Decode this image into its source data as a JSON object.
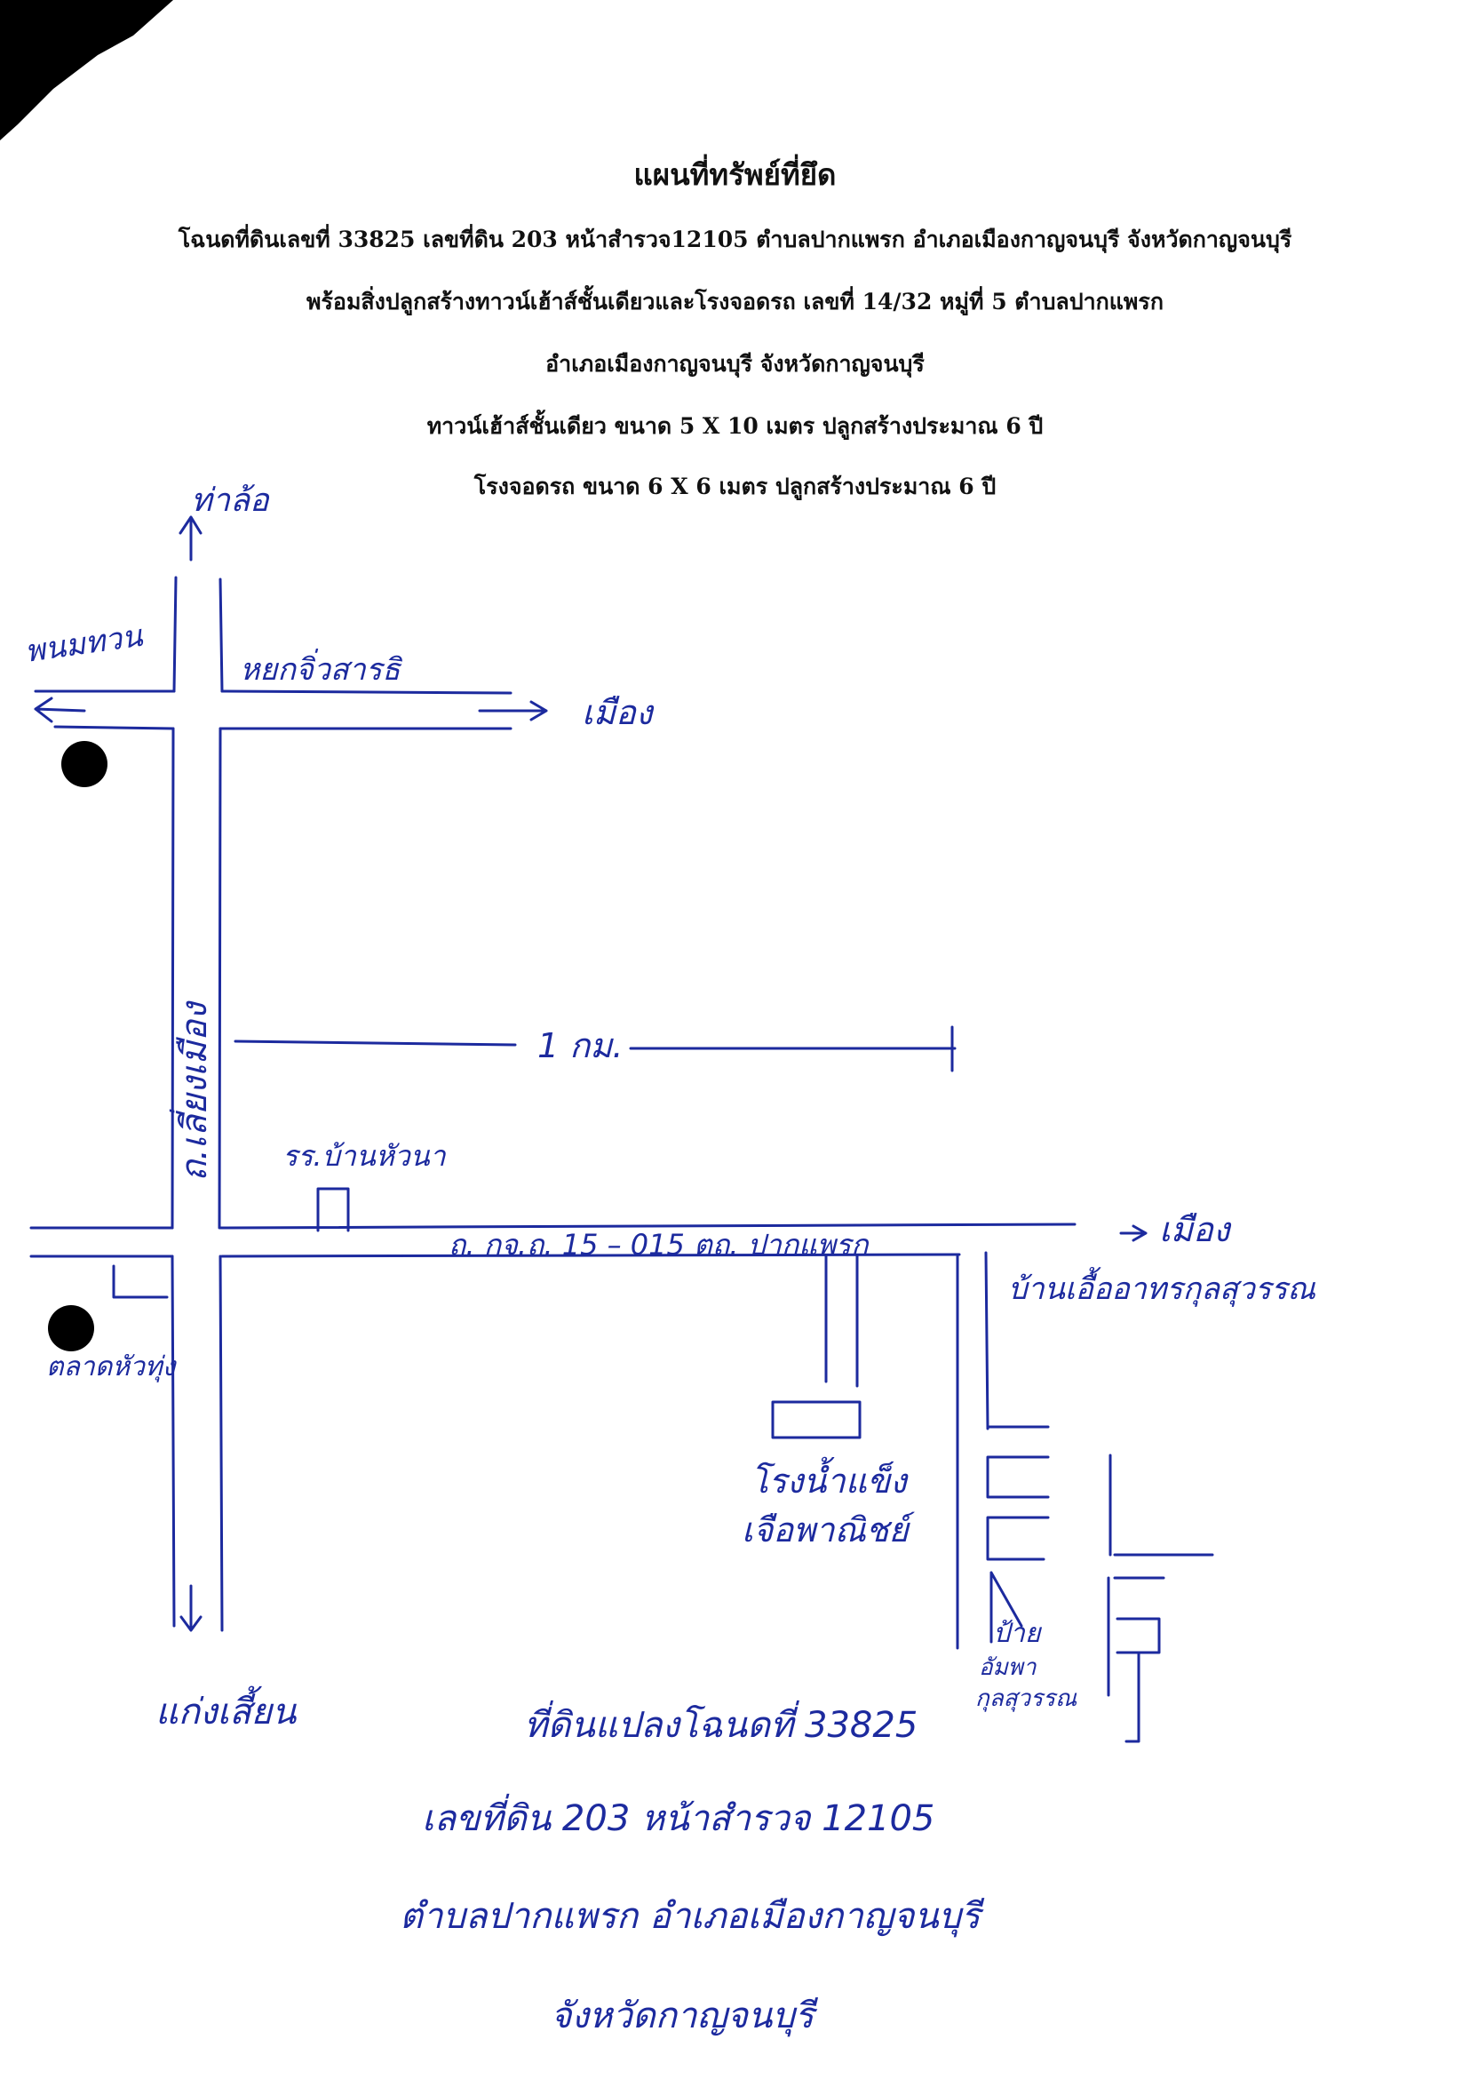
{
  "document": {
    "title": "แผนที่ทรัพย์ที่ยึด",
    "lines": [
      "โฉนดที่ดินเลขที่ 33825 เลขที่ดิน 203 หน้าสำรวจ12105 ตำบลปากแพรก อำเภอเมืองกาญจนบุรี จังหวัดกาญจนบุรี",
      "พร้อมสิ่งปลูกสร้างทาวน์เฮ้าส์ชั้นเดียวและโรงจอดรถ  เลขที่  14/32  หมู่ที่ 5  ตำบลปากแพรก",
      "อำเภอเมืองกาญจนบุรี จังหวัดกาญจนบุรี",
      "ทาวน์เฮ้าส์ชั้นเดียว ขนาด  5 X 10  เมตร  ปลูกสร้างประมาณ 6  ปี",
      "โรงจอดรถ  ขนาด  6 X 6  เมตร  ปลูกสร้างประมาณ 6  ปี"
    ]
  },
  "map": {
    "ink_color": "#1c2a9e",
    "labels": {
      "north": "ท่าล้อ",
      "west_top": "พนมทวน",
      "crossroad_top": "หยกจิ่วสารธิ",
      "east_top": "เมือง",
      "main_road": "ถ.เลี่ยงเมือง",
      "distance": "1 กม.",
      "school": "รร.บ้านหัวนา",
      "side_road": "ถ. กจ.ถ. 15 – 015 ตถ. ปากแพรก",
      "east_mid": "เมือง",
      "market_left": "ตลาดหัวทุ่ง",
      "hospital": "บ้านเอื้ออาทรกุลสุวรรณ",
      "factory_1": "โรงน้ำแข็ง",
      "factory_2": "เจือพาณิชย์",
      "sign_1": "ป้าย",
      "sign_2": "อัมพา",
      "sign_3": "กุลสุวรรณ",
      "south": "แก่งเสี้ยน"
    },
    "parcel_caption": [
      "ที่ดินแปลงโฉนดที่ 33825",
      "เลขที่ดิน 203 หน้าสำรวจ 12105",
      "ตำบลปากแพรก อำเภอเมืองกาญจนบุรี",
      "จังหวัดกาญจนบุรี"
    ]
  }
}
